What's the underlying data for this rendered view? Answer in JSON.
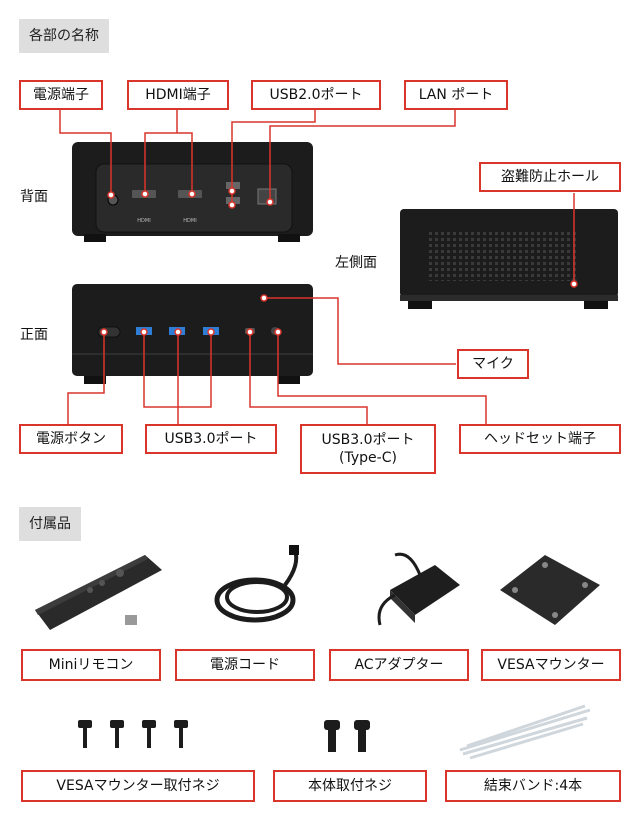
{
  "sections": {
    "parts_title": "各部の名称",
    "accessories_title": "付属品"
  },
  "views": {
    "back": "背面",
    "left": "左側面",
    "front": "正面"
  },
  "back_labels": {
    "power": "電源端子",
    "hdmi": "HDMI端子",
    "usb2": "USB2.0ポート",
    "lan": "LAN ポート"
  },
  "left_labels": {
    "lock": "盗難防止ホール"
  },
  "front_labels": {
    "mic": "マイク",
    "power_button": "電源ボタン",
    "usb3": "USB3.0ポート",
    "usbc_line1": "USB3.0ポート",
    "usbc_line2": "(Type-C)",
    "headset": "ヘッドセット端子"
  },
  "accessories": {
    "remote": "Miniリモコン",
    "cord": "電源コード",
    "adapter": "ACアダプター",
    "mount": "VESAマウンター",
    "mount_screws": "VESAマウンター取付ネジ",
    "body_screws": "本体取付ネジ",
    "ties": "結束バンド:4本"
  },
  "port_markings": {
    "hdmi": "HDMI"
  },
  "colors": {
    "accent": "#d9352b",
    "device": "#1c1c1c",
    "usb3_blue": "#2e7ed8"
  }
}
